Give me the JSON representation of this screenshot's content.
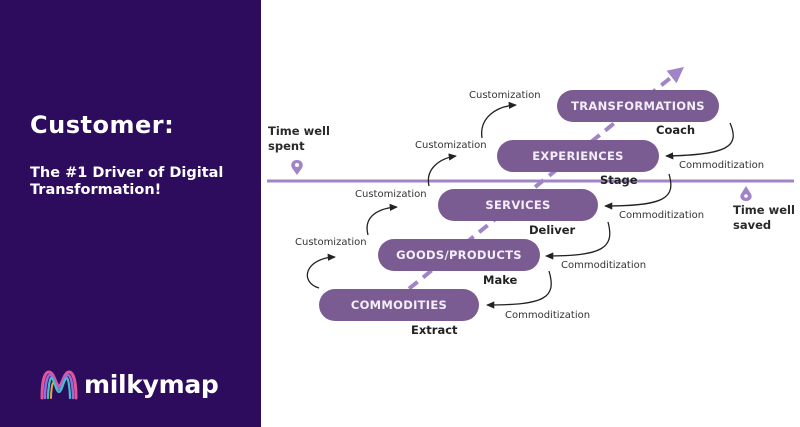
{
  "heading": "Customer:",
  "subheading": "The #1 Driver of Digital Transformation!",
  "brand": "milkymap",
  "stages": [
    {
      "name": "COMMODITIES",
      "verb": "Extract"
    },
    {
      "name": "GOODS/PRODUCTS",
      "verb": "Make"
    },
    {
      "name": "SERVICES",
      "verb": "Deliver"
    },
    {
      "name": "EXPERIENCES",
      "verb": "Stage"
    },
    {
      "name": "TRANSFORMATIONS",
      "verb": "Coach"
    }
  ],
  "customization_label": "Customization",
  "commoditization_label": "Commoditization",
  "time_spent": "Time well spent",
  "time_saved": "Time well saved",
  "colors": {
    "panel": "#2d0c5e",
    "pill": "#7b5c92",
    "line": "#a184c8"
  }
}
